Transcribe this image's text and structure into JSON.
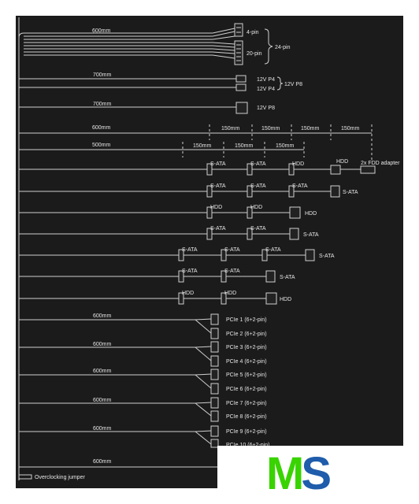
{
  "main": {
    "label": "600mm",
    "p4a": "4-pin",
    "p20": "20-pin",
    "p24": "24-pin"
  },
  "p4p8": {
    "length": "700mm",
    "c1": "12V P4",
    "c2": "12V P4",
    "group": "12V P8"
  },
  "p8": {
    "length": "700mm",
    "label": "12V P8"
  },
  "dim1": {
    "length": "600mm",
    "seg": [
      "150mm",
      "150mm",
      "150mm",
      "150mm"
    ]
  },
  "dim2": {
    "length": "500mm",
    "seg": [
      "150mm",
      "150mm",
      "150mm"
    ]
  },
  "periph": {
    "hdd": "HDD",
    "fdd": "2x FDD adapter",
    "sata": "S-ATA"
  },
  "pcie": {
    "length": "600mm",
    "labels": [
      "PCIe 1 (6+2-pin)",
      "PCIe 2 (6+2-pin)",
      "PCIe 3 (6+2-pin)",
      "PCIe 4 (6+2-pin)",
      "PCIe 5 (6+2-pin)",
      "PCIe 6 (6+2-pin)",
      "PCIe 7 (6+2-pin)",
      "PCIe 8 (6+2-pin)",
      "PCIe 9 (6+2-pin)",
      "PCIe 10 (6+2-pin)"
    ]
  },
  "oc": {
    "length": "600mm",
    "label": "Overclocking jumper"
  },
  "logo": {
    "m": "M",
    "s": "S",
    "m_color": "#39d300",
    "s_color": "#1f5cab"
  }
}
